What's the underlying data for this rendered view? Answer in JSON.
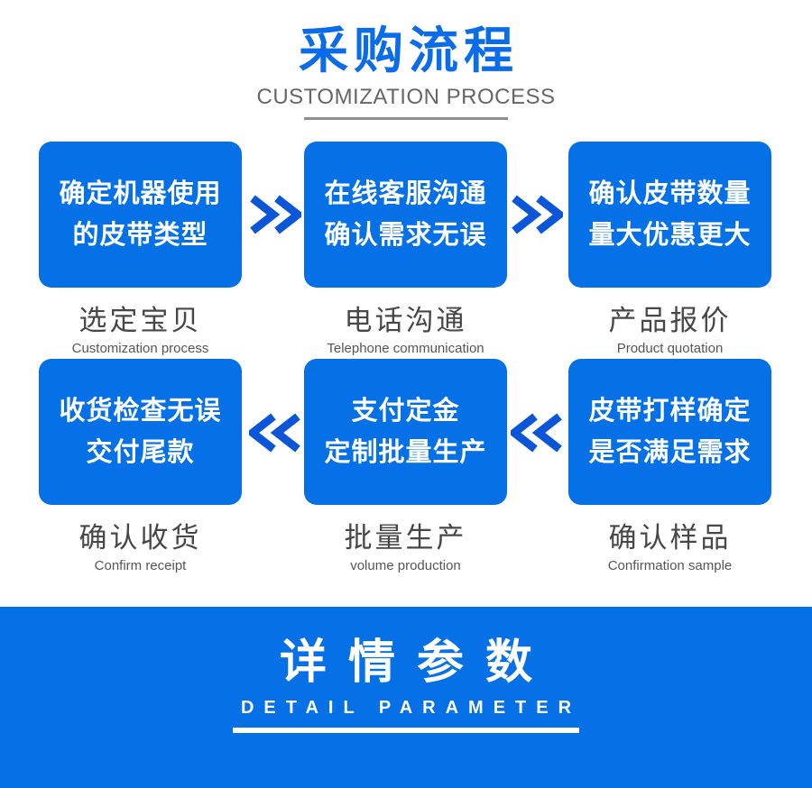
{
  "header": {
    "title_cn": "采购流程",
    "title_en": "CUSTOMIZATION PROCESS"
  },
  "steps": [
    {
      "line1": "确定机器使用",
      "line2": "的皮带类型",
      "label_cn": "选定宝贝",
      "label_en": "Customization process"
    },
    {
      "line1": "在线客服沟通",
      "line2": "确认需求无误",
      "label_cn": "电话沟通",
      "label_en": "Telephone communication"
    },
    {
      "line1": "确认皮带数量",
      "line2": "量大优惠更大",
      "label_cn": "产品报价",
      "label_en": "Product quotation"
    },
    {
      "line1": "收货检查无误",
      "line2": "交付尾款",
      "label_cn": "确认收货",
      "label_en": "Confirm receipt"
    },
    {
      "line1": "支付定金",
      "line2": "定制批量生产",
      "label_cn": "批量生产",
      "label_en": "volume production"
    },
    {
      "line1": "皮带打样确定",
      "line2": "是否满足需求",
      "label_cn": "确认样品",
      "label_en": "Confirmation sample"
    }
  ],
  "banner": {
    "title_cn": "详情参数",
    "title_en": "DETAIL PARAMETER"
  },
  "colors": {
    "title_blue": "#0a6ce8",
    "box_blue": "#0670e6",
    "arrow_blue": "#0a55d8",
    "banner_blue": "#0670e6",
    "heading_gray": "#666666",
    "underline_gray": "#8f8f8f",
    "label_cn_gray": "#474747",
    "label_en_gray": "#565656"
  }
}
